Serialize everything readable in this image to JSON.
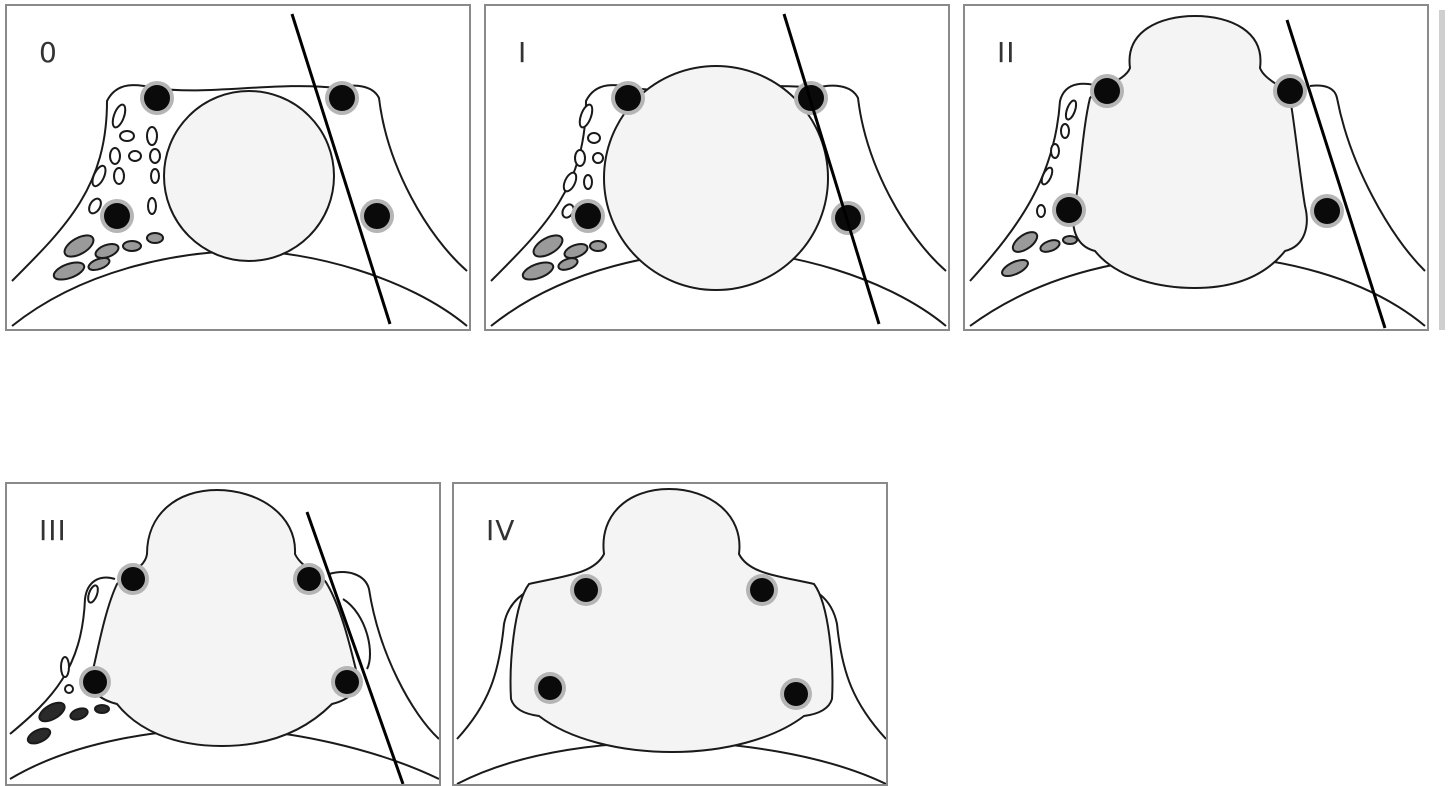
{
  "figure": {
    "panels": [
      {
        "id": "p0",
        "label": "0"
      },
      {
        "id": "p1",
        "label": "I"
      },
      {
        "id": "p2",
        "label": "II"
      },
      {
        "id": "p3",
        "label": "III"
      },
      {
        "id": "p4",
        "label": "IV"
      }
    ]
  },
  "colors": {
    "outline": "#1a1a1a",
    "mass_fill": "#f4f4f4",
    "vessel_fill": "#0a0a0a",
    "vessel_halo": "#b5b5b5",
    "panel_border": "#8a8a8a"
  }
}
